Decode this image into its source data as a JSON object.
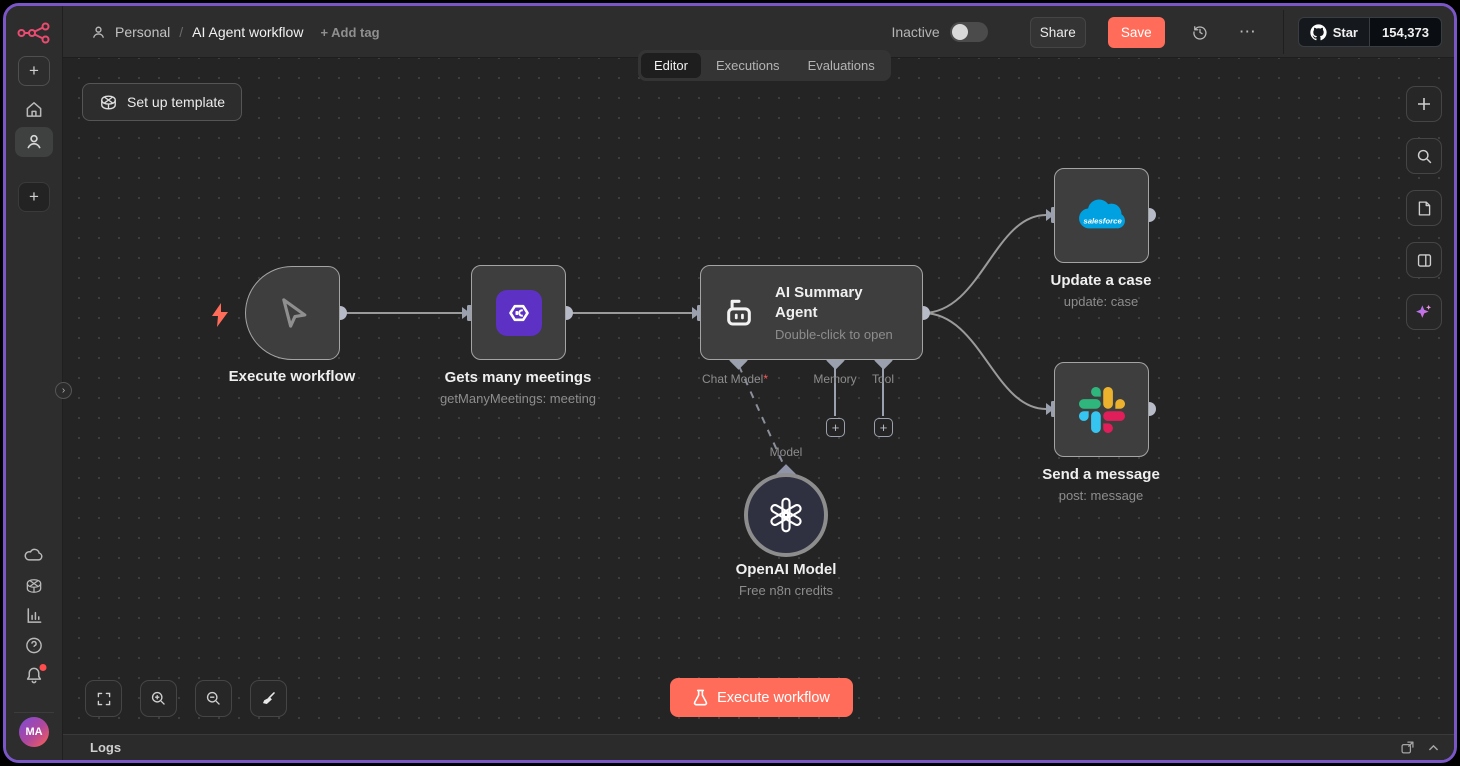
{
  "colors": {
    "accent": "#ff6d5a",
    "window_border": "#7a56c6",
    "salesforce_blue": "#00a1e0",
    "meetings_purple": "#5c31c4",
    "canvas_bg": "#242424",
    "chrome_bg": "#2d2d2d"
  },
  "glyphs": {
    "plus": "+",
    "ellipsis": "⋯",
    "question": "?",
    "chevron_right": "›"
  },
  "header": {
    "breadcrumb": {
      "project": "Personal",
      "separator": "/",
      "title": "AI Agent workflow",
      "add_tag": "+ Add tag"
    },
    "status_label": "Inactive",
    "share_label": "Share",
    "save_label": "Save",
    "github": {
      "star_label": "Star",
      "star_count": "154,373"
    }
  },
  "tabs": {
    "editor": "Editor",
    "executions": "Executions",
    "evaluations": "Evaluations"
  },
  "sidebar": {
    "avatar_initials": "MA"
  },
  "canvas": {
    "setup_template_label": "Set up template",
    "execute_button_label": "Execute workflow",
    "nodes": {
      "trigger": {
        "title": "Execute workflow"
      },
      "meetings": {
        "title": "Gets many meetings",
        "subtitle": "getManyMeetings: meeting"
      },
      "agent": {
        "title": "AI Summary Agent",
        "subtitle": "Double-click to open",
        "ports": {
          "chat_model": "Chat Model",
          "required_mark": "*",
          "memory": "Memory",
          "tool": "Tool",
          "model_link": "Model"
        }
      },
      "openai": {
        "title": "OpenAI Model",
        "subtitle": "Free n8n credits"
      },
      "salesforce": {
        "title": "Update a case",
        "subtitle": "update: case",
        "logo_text": "salesforce"
      },
      "slack": {
        "title": "Send a message",
        "subtitle": "post: message"
      }
    }
  },
  "logs": {
    "title": "Logs"
  }
}
